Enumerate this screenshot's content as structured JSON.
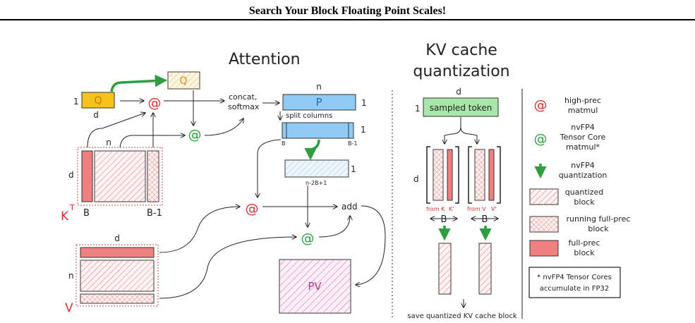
{
  "header": {
    "title": "Search Your Block Floating Point Scales!"
  },
  "colors": {
    "red": "#e03030",
    "green": "#2e9e3e",
    "orange": "#e8a21a",
    "blue": "#7ec0f2",
    "pink": "#f07f7f",
    "mint": "#a9e6a9",
    "magenta": "#b03a86"
  },
  "attention": {
    "title": "Attention",
    "q_label": "Q",
    "q_copy_label": "Q",
    "q_dim_rows": "1",
    "q_dim_cols": "d",
    "at_highprec": "@",
    "at_nvfp4": "@",
    "concat_line1": "concat,",
    "concat_line2": "softmax",
    "p_label": "P",
    "p_dim_top": "n",
    "p_dim_right": "1",
    "split_label": "split columns",
    "split_dim_right": "1",
    "split_left": "B",
    "split_right": "B-1",
    "mid_dim_right": "1",
    "mid_label": "n-2B+1",
    "k_n": "n",
    "k_d": "d",
    "k_left": "B",
    "k_right": "B-1",
    "k_name": "K",
    "k_sup": "T",
    "at_pv1": "@",
    "at_pv2": "@",
    "add_label": "add",
    "v_d": "d",
    "v_n": "n",
    "v_name": "V",
    "pv_label": "PV"
  },
  "kv": {
    "title_line1": "KV cache",
    "title_line2": "quantization",
    "d_top": "d",
    "one_label": "1",
    "token_label": "sampled token",
    "d_left": "d",
    "from_k": "from K",
    "k_mark": "K'",
    "from_v": "from V",
    "v_mark": "V'",
    "b_left": "B",
    "b_right": "B",
    "save_label": "save quantized KV cache block"
  },
  "legend": {
    "highprec_symbol": "@",
    "highprec_line1": "high-prec",
    "highprec_line2": "matmul",
    "nvfp4_symbol": "@",
    "nvfp4_line1": "nvFP4",
    "nvfp4_line2": "Tensor Core",
    "nvfp4_line3": "matmul*",
    "quant_line1": "nvFP4",
    "quant_line2": "quantization",
    "quantized_line1": "quantized",
    "quantized_line2": "block",
    "running_line1": "running full-prec",
    "running_line2": "block",
    "fullprec_line1": "full-prec",
    "fullprec_line2": "block",
    "note_line1": "* nvFP4 Tensor Cores",
    "note_line2": "accumulate in FP32"
  }
}
